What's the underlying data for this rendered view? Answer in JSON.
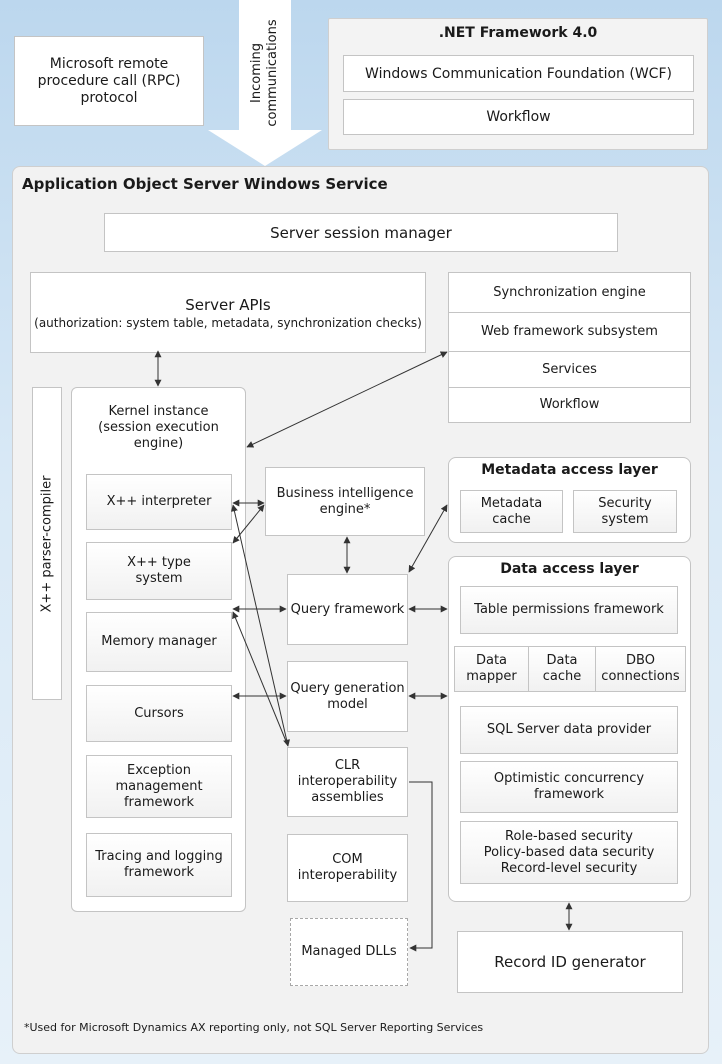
{
  "rpc": {
    "line1": "Microsoft remote",
    "line2": "procedure call (RPC)",
    "line3": "protocol"
  },
  "incoming": {
    "line1": "Incoming",
    "line2": "communications"
  },
  "dotnet": {
    "title": ".NET Framework 4.0",
    "wcf": "Windows Communication Foundation (WCF)",
    "workflow": "Workflow"
  },
  "aos": {
    "title": "Application Object Server Windows Service",
    "session_manager": "Server session manager",
    "server_apis": {
      "line1": "Server APIs",
      "line2": "(authorization: system table, metadata, synchronization checks)"
    },
    "services_stack": [
      "Synchronization engine",
      "Web framework subsystem",
      "Services",
      "Workflow"
    ],
    "parser": "X++ parser-compiler",
    "kernel": {
      "title_line1": "Kernel instance",
      "title_line2": "(session execution",
      "title_line3": "engine)",
      "interpreter": "X++ interpreter",
      "type_system_line1": "X++ type",
      "type_system_line2": "system",
      "memory_manager": "Memory manager",
      "cursors": "Cursors",
      "exception_line1": "Exception management",
      "exception_line2": "framework",
      "tracing_line1": "Tracing and logging",
      "tracing_line2": "framework"
    },
    "bi": {
      "line1": "Business intelligence",
      "line2": "engine*"
    },
    "query_framework": "Query framework",
    "query_generation": {
      "line1": "Query generation",
      "line2": "model"
    },
    "clr": {
      "line1": "CLR",
      "line2": "interoperability",
      "line3": "assemblies"
    },
    "com": {
      "line1": "COM",
      "line2": "interoperability"
    },
    "managed_dlls": "Managed DLLs",
    "metadata_layer": {
      "title": "Metadata access layer",
      "cache_line1": "Metadata",
      "cache_line2": "cache",
      "security": "Security system"
    },
    "data_layer": {
      "title": "Data access layer",
      "table_permissions": "Table permissions framework",
      "data_mapper_line1": "Data",
      "data_mapper_line2": "mapper",
      "data_cache_line1": "Data",
      "data_cache_line2": "cache",
      "dbo_line1": "DBO",
      "dbo_line2": "connections",
      "sql_provider": "SQL Server data provider",
      "optimistic": "Optimistic concurrency framework",
      "security_line1": "Role-based security",
      "security_line2": "Policy-based data security",
      "security_line3": "Record-level security"
    },
    "record_id": "Record ID generator"
  },
  "footnote": "*Used for Microsoft Dynamics AX reporting only, not SQL Server Reporting Services"
}
